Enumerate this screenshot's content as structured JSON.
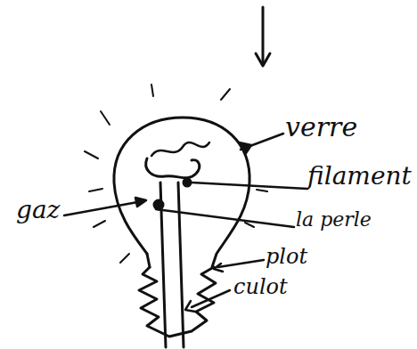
{
  "diagram": {
    "labels": [
      "verre",
      "filament",
      "la perle",
      "gaz",
      "plot",
      "culot"
    ]
  }
}
